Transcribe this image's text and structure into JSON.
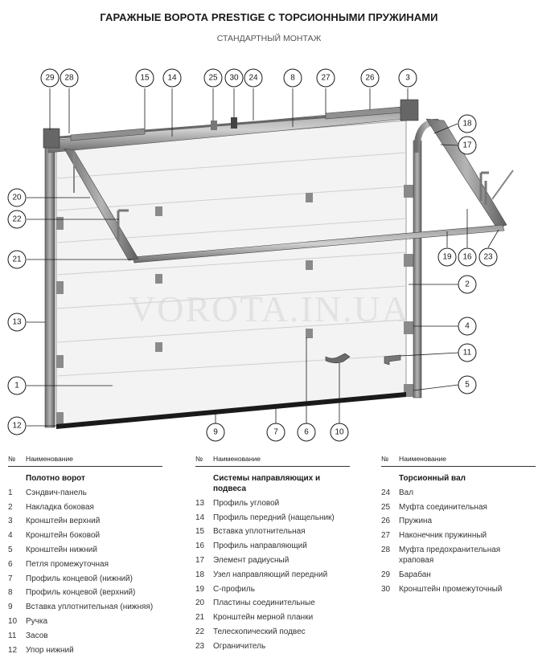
{
  "header": {
    "title": "ГАРАЖНЫЕ ВОРОТА PRESTIGE С ТОРСИОННЫМИ ПРУЖИНАМИ",
    "subtitle": "СТАНДАРТНЫЙ МОНТАЖ"
  },
  "watermark": "VOROTA.IN.UA",
  "callouts": [
    "29",
    "28",
    "15",
    "14",
    "25",
    "30",
    "24",
    "8",
    "27",
    "26",
    "3",
    "18",
    "17",
    "20",
    "22",
    "21",
    "19",
    "16",
    "23",
    "2",
    "13",
    "4",
    "11",
    "1",
    "5",
    "12",
    "9",
    "7",
    "6",
    "10"
  ],
  "legend": {
    "col_no": "№",
    "col_name": "Наименование",
    "columns": [
      {
        "section": "Полотно ворот",
        "items": [
          {
            "n": "1",
            "t": "Сэндвич-панель"
          },
          {
            "n": "2",
            "t": "Накладка боковая"
          },
          {
            "n": "3",
            "t": "Кронштейн верхний"
          },
          {
            "n": "4",
            "t": "Кронштейн боковой"
          },
          {
            "n": "5",
            "t": "Кронштейн нижний"
          },
          {
            "n": "6",
            "t": "Петля промежуточная"
          },
          {
            "n": "7",
            "t": "Профиль концевой (нижний)"
          },
          {
            "n": "8",
            "t": "Профиль концевой (верхний)"
          },
          {
            "n": "9",
            "t": "Вставка уплотнительная (нижняя)"
          },
          {
            "n": "10",
            "t": "Ручка"
          },
          {
            "n": "11",
            "t": "Засов"
          },
          {
            "n": "12",
            "t": "Упор нижний"
          }
        ]
      },
      {
        "section": "Системы направляющих и подвеса",
        "items": [
          {
            "n": "13",
            "t": "Профиль угловой"
          },
          {
            "n": "14",
            "t": "Профиль передний (нащельник)"
          },
          {
            "n": "15",
            "t": "Вставка уплотнительная"
          },
          {
            "n": "16",
            "t": "Профиль направляющий"
          },
          {
            "n": "17",
            "t": "Элемент радиусный"
          },
          {
            "n": "18",
            "t": "Узел направляющий передний"
          },
          {
            "n": "19",
            "t": "С-профиль"
          },
          {
            "n": "20",
            "t": "Пластины соединительные"
          },
          {
            "n": "21",
            "t": "Кронштейн мерной планки"
          },
          {
            "n": "22",
            "t": "Телескопический подвес"
          },
          {
            "n": "23",
            "t": "Ограничитель"
          }
        ]
      },
      {
        "section": "Торсионный вал",
        "items": [
          {
            "n": "24",
            "t": "Вал"
          },
          {
            "n": "25",
            "t": "Муфта соединительная"
          },
          {
            "n": "26",
            "t": "Пружина"
          },
          {
            "n": "27",
            "t": "Наконечник пружинный"
          },
          {
            "n": "28",
            "t": "Муфта предохранительная храповая"
          },
          {
            "n": "29",
            "t": "Барабан"
          },
          {
            "n": "30",
            "t": "Кронштейн промежуточный"
          }
        ]
      }
    ]
  }
}
